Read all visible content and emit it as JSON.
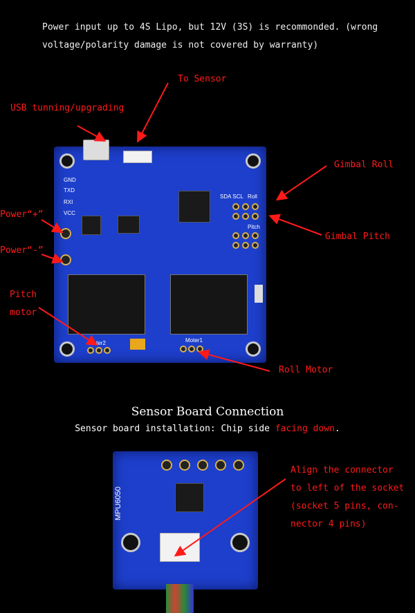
{
  "notice": {
    "line1": "Power input up to 4S Lipo, but 12V (3S) is recommonded. (wrong",
    "line2": "voltage/polarity damage is not covered by warranty)"
  },
  "labels": {
    "to_sensor": "To Sensor",
    "usb": "USB tunning/upgrading",
    "gimbal_roll": "Gimbal Roll",
    "gimbal_pitch": "Gimbal Pitch",
    "power_plus": "Power“+”",
    "power_minus": "Power“-”",
    "pitch_motor_1": "Pitch",
    "pitch_motor_2": "motor",
    "roll_motor": "Roll Motor"
  },
  "board_silk": {
    "gnd": "GND",
    "txd": "TXD",
    "rxi": "RXI",
    "vcc": "VCC",
    "moter2": "Moter2",
    "moter1": "Moter1",
    "roll": "Roll",
    "pitch": "Pitch",
    "sda_scl": "SDA SCL",
    "mpu": "MPU6050"
  },
  "sensor_section": {
    "title": "Sensor Board Connection",
    "sub_prefix": "Sensor board installation: Chip side ",
    "sub_highlight": "facing down",
    "sub_suffix": ".",
    "align_1": "Align the connector",
    "align_2": "to left of the socket",
    "align_3": "(socket 5 pins, con-",
    "align_4": "nector 4 pins)"
  },
  "colors": {
    "annotation": "#ff1a1a",
    "board": "#1d3fcc",
    "text": "#f0f0f0"
  }
}
